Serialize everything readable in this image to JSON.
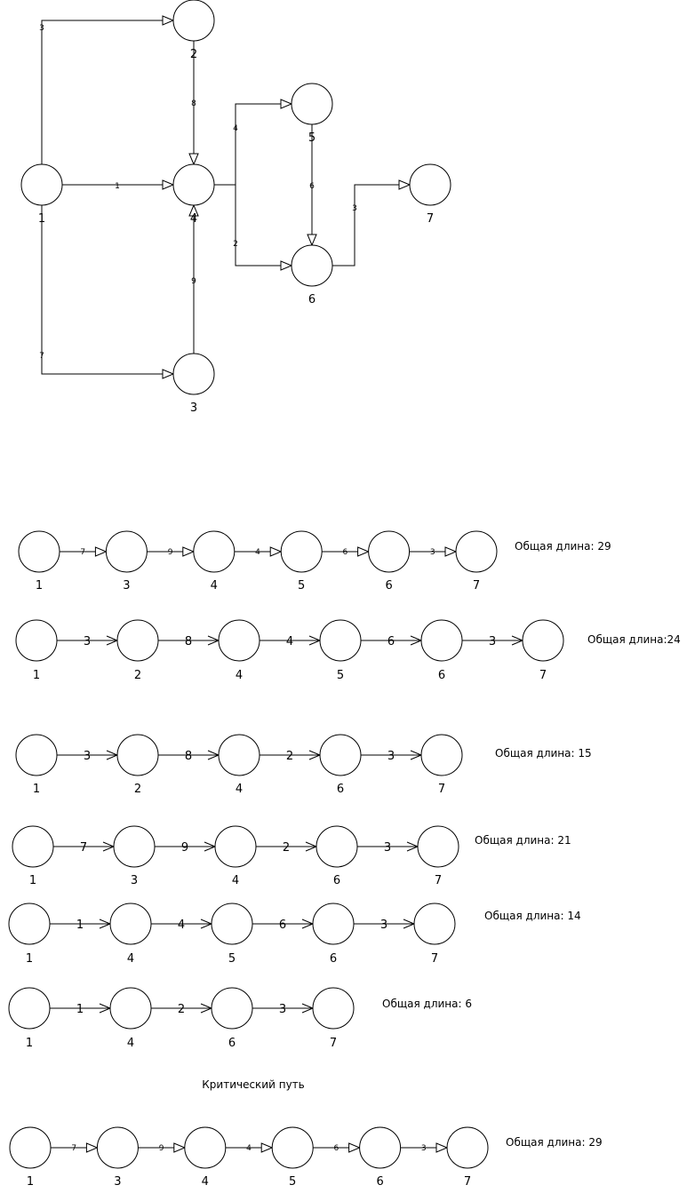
{
  "graph": {
    "nodes": [
      "1",
      "2",
      "3",
      "4",
      "5",
      "6",
      "7"
    ],
    "edges": [
      {
        "from": "1",
        "to": "2",
        "weight": "3"
      },
      {
        "from": "1",
        "to": "4",
        "weight": "1"
      },
      {
        "from": "1",
        "to": "3",
        "weight": "7"
      },
      {
        "from": "2",
        "to": "4",
        "weight": "8"
      },
      {
        "from": "3",
        "to": "4",
        "weight": "9"
      },
      {
        "from": "4",
        "to": "5",
        "weight": "4"
      },
      {
        "from": "4",
        "to": "6",
        "weight": "2"
      },
      {
        "from": "5",
        "to": "6",
        "weight": "6"
      },
      {
        "from": "6",
        "to": "7",
        "weight": "3"
      }
    ]
  },
  "paths": [
    {
      "nodes": [
        "1",
        "3",
        "4",
        "5",
        "6",
        "7"
      ],
      "weights": [
        "7",
        "9",
        "4",
        "6",
        "3"
      ],
      "total": "Общая длина: 29"
    },
    {
      "nodes": [
        "1",
        "2",
        "4",
        "5",
        "6",
        "7"
      ],
      "weights": [
        "3",
        "8",
        "4",
        "6",
        "3"
      ],
      "total": "Общая длина:24"
    },
    {
      "nodes": [
        "1",
        "2",
        "4",
        "6",
        "7"
      ],
      "weights": [
        "3",
        "8",
        "2",
        "3"
      ],
      "total": "Общая длина: 15"
    },
    {
      "nodes": [
        "1",
        "3",
        "4",
        "6",
        "7"
      ],
      "weights": [
        "7",
        "9",
        "2",
        "3"
      ],
      "total": "Общая длина: 21"
    },
    {
      "nodes": [
        "1",
        "4",
        "5",
        "6",
        "7"
      ],
      "weights": [
        "1",
        "4",
        "6",
        "3"
      ],
      "total": "Общая длина: 14"
    },
    {
      "nodes": [
        "1",
        "4",
        "6",
        "7"
      ],
      "weights": [
        "1",
        "2",
        "3"
      ],
      "total": "Общая длина: 6"
    }
  ],
  "critical": {
    "heading": "Критический путь",
    "nodes": [
      "1",
      "3",
      "4",
      "5",
      "6",
      "7"
    ],
    "weights": [
      "7",
      "9",
      "4",
      "6",
      "3"
    ],
    "total": "Общая длина: 29"
  }
}
